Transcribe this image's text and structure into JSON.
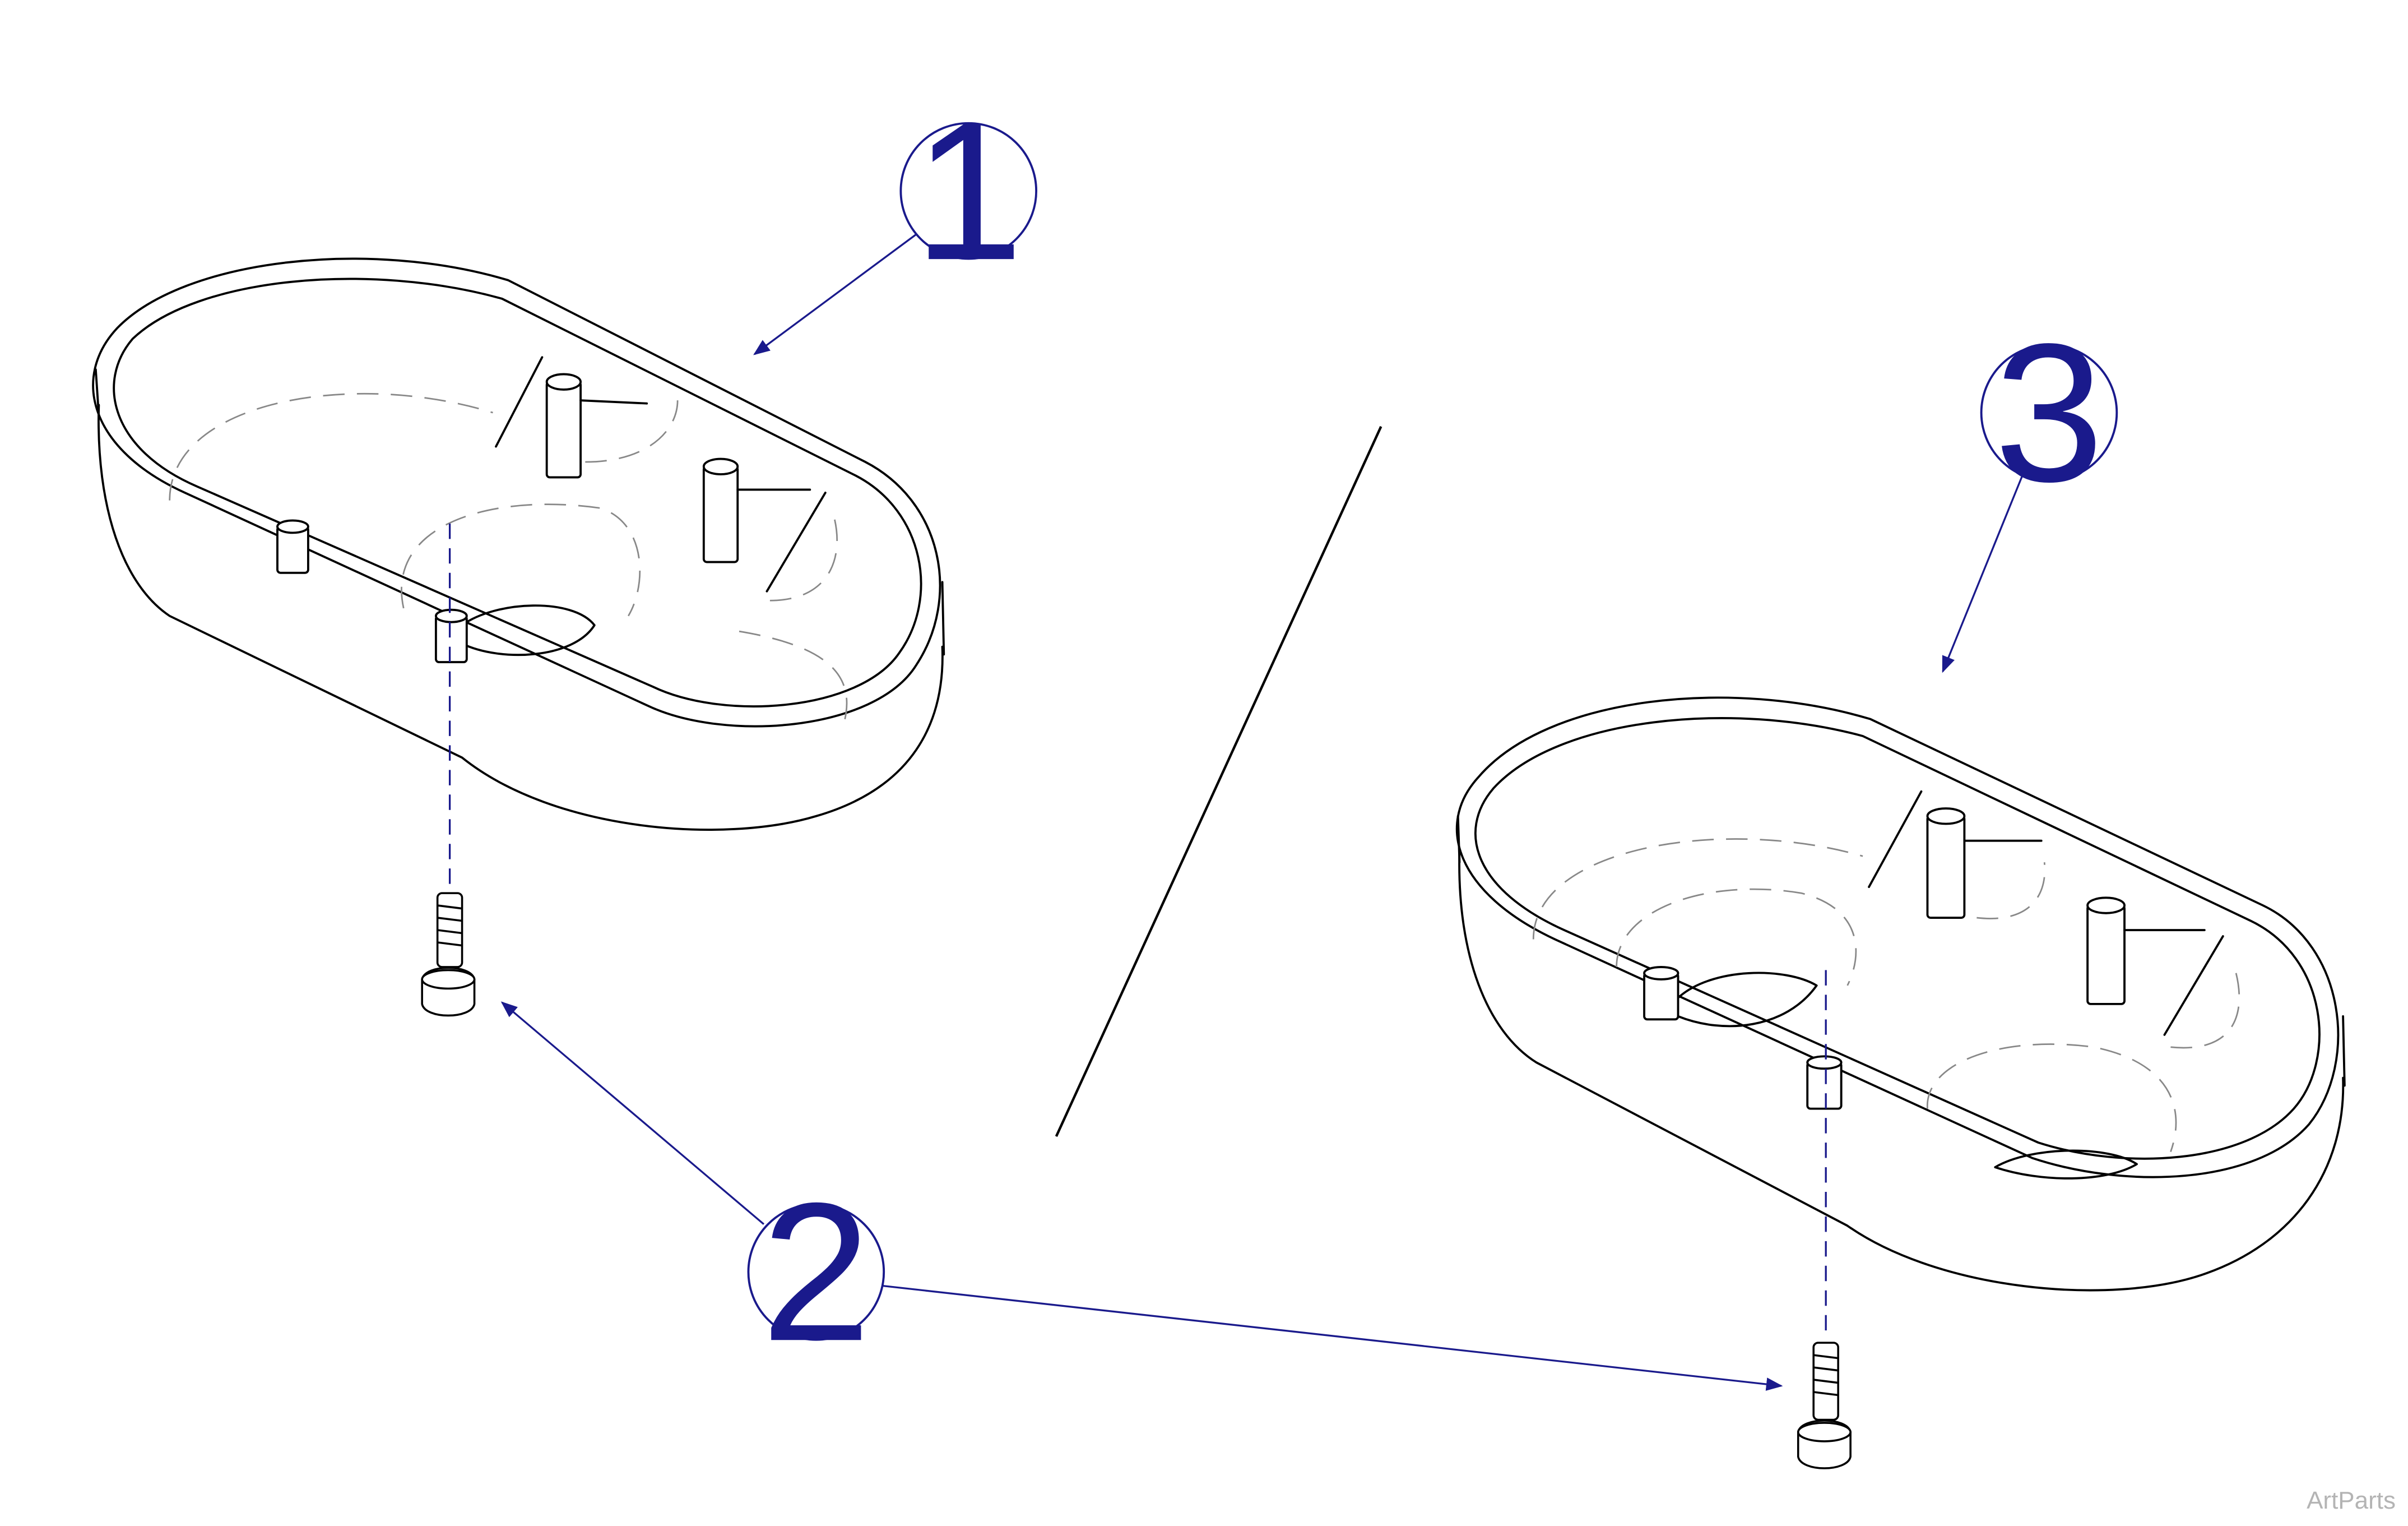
{
  "callouts": [
    {
      "id": "1",
      "label": "1"
    },
    {
      "id": "2",
      "label": "2"
    },
    {
      "id": "3",
      "label": "3"
    }
  ],
  "watermark": "ArtParts",
  "colors": {
    "callout": "#1a1a8c",
    "line": "#000000",
    "hidden_line": "#888888",
    "watermark": "#b4b4b4"
  }
}
